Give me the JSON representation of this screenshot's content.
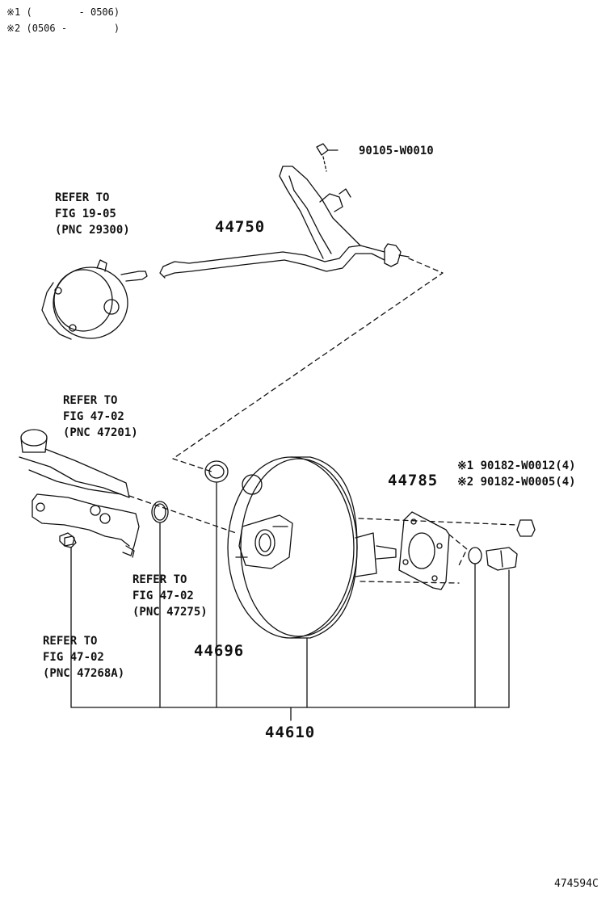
{
  "notes": {
    "note1": "※1 (        - 0506)",
    "note2": "※2 (0506 -        )"
  },
  "refs": {
    "vacuum_pump": [
      "REFER TO",
      "FIG 19-05",
      "(PNC 29300)"
    ],
    "master_cylinder": [
      "REFER TO",
      "FIG 47-02",
      "(PNC 47201)"
    ],
    "o_ring": [
      "REFER TO",
      "FIG 47-02",
      "(PNC 47275)"
    ],
    "nut": [
      "REFER TO",
      "FIG 47-02",
      "(PNC 47268A)"
    ]
  },
  "parts": {
    "clip": "90105-W0010",
    "hose": "44750",
    "gasket": "44785",
    "nut1": "※1 90182-W0012(4)",
    "nut2": "※2 90182-W0005(4)",
    "seal": "44696",
    "booster": "44610"
  },
  "footer": {
    "diagram_id": "474594C"
  }
}
